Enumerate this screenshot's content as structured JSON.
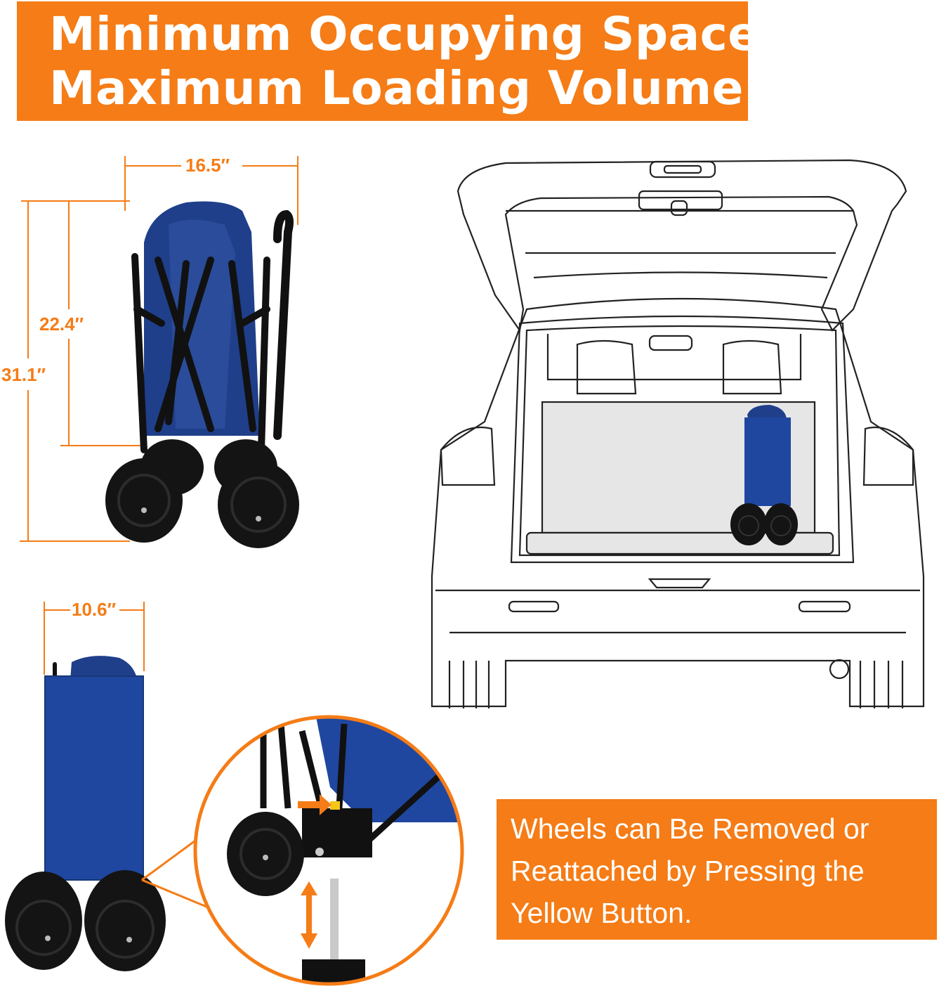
{
  "banner": {
    "line1": "Minimum Occupying Space,",
    "line2": "Maximum Loading Volume"
  },
  "dimensions": {
    "width_folded": "16.5″",
    "height_short": "22.4″",
    "height_full": "31.1″",
    "depth_folded": "10.6″"
  },
  "callout": {
    "line1": "Wheels can Be Removed or",
    "line2": "Reattached by Pressing the",
    "line3": "Yellow Button."
  },
  "colors": {
    "accent": "#f57c16",
    "wagon_blue": "#1f3f8a",
    "frame_black": "#111111"
  }
}
